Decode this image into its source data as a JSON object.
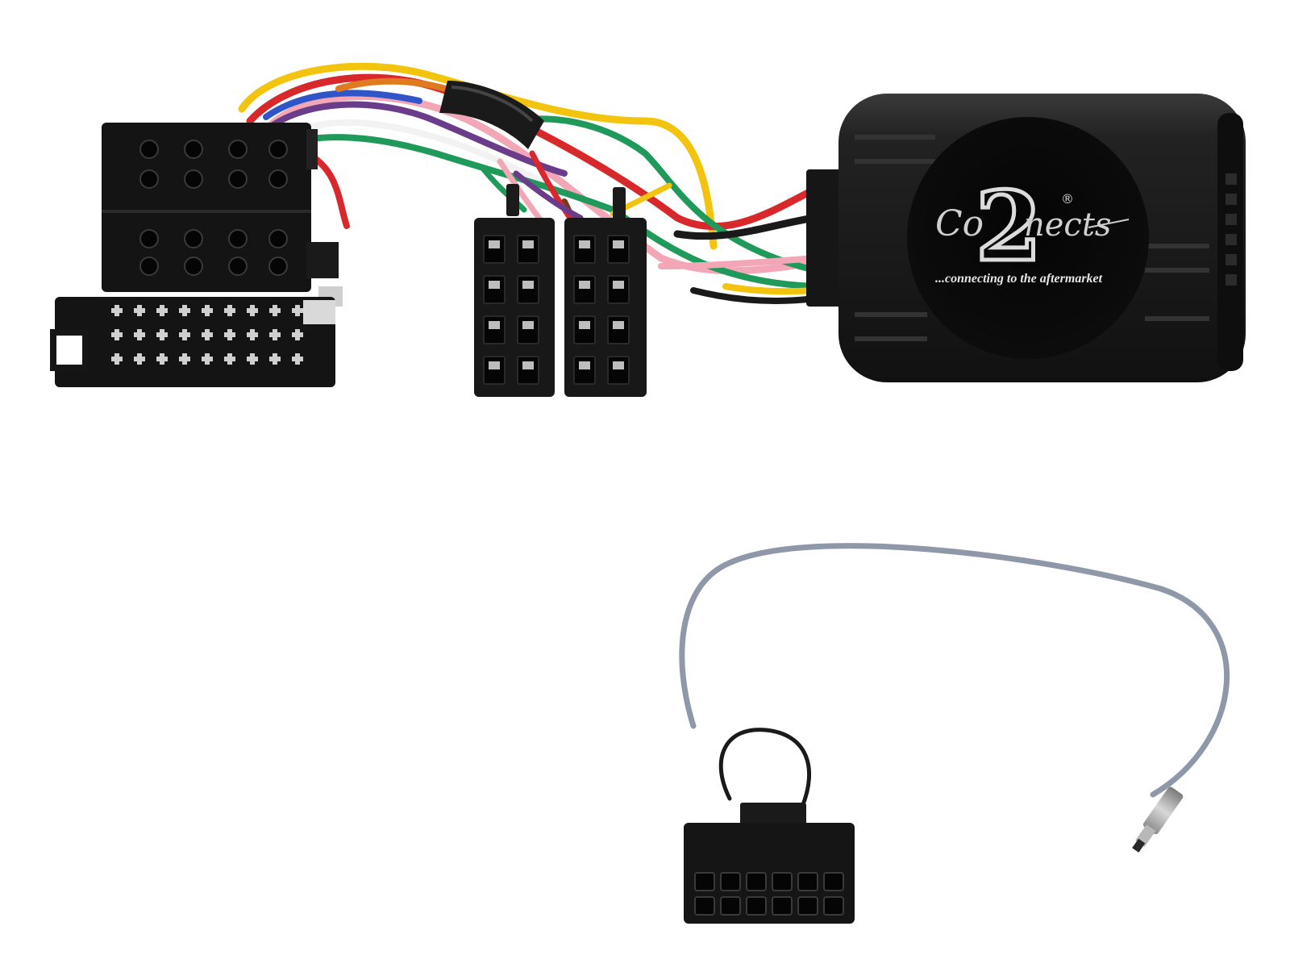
{
  "product": {
    "brand_prefix": "Co",
    "brand_digit": "2",
    "brand_suffix": "nects",
    "registered_mark": "®",
    "tagline": "...connecting to the aftermarket"
  },
  "wire_colors": {
    "yellow": "#f2c40d",
    "red": "#d8282c",
    "pink": "#f2a6b6",
    "purple": "#6b3c8a",
    "blue": "#2f55c9",
    "white": "#f2f2f2",
    "green": "#1f9a5a",
    "orange": "#e07a1f",
    "brown": "#6b3d1e",
    "black": "#1a1a1a",
    "grey_cable": "#8f98a8"
  },
  "housing_color": "#141414",
  "module_color": "#1b1b1b"
}
